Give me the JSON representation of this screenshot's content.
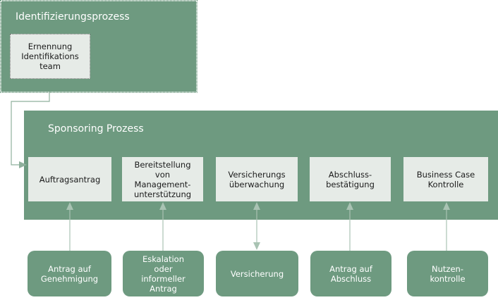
{
  "identification": {
    "title": "Identifizierungsprozess",
    "team_box": "Ernennung\nIdentifikations\nteam"
  },
  "sponsoring": {
    "title": "Sponsoring Prozess",
    "steps": [
      "Auftragsantrag",
      "Bereitstellung\nvon\nManagement-\nunterstützung",
      "Versicherungs\nüberwachung",
      "Abschluss-\nbestätigung",
      "Business Case\nKontrolle"
    ]
  },
  "inputs": [
    "Antrag auf\nGenehmigung",
    "Eskalation\noder\ninformeller\nAntrag",
    "Versicherung",
    "Antrag auf\nAbschluss",
    "Nutzen-\nkontrolle"
  ],
  "colors": {
    "panel": "#6e9a80",
    "box": "#e6ebe7",
    "arrow": "#8fb09c"
  }
}
